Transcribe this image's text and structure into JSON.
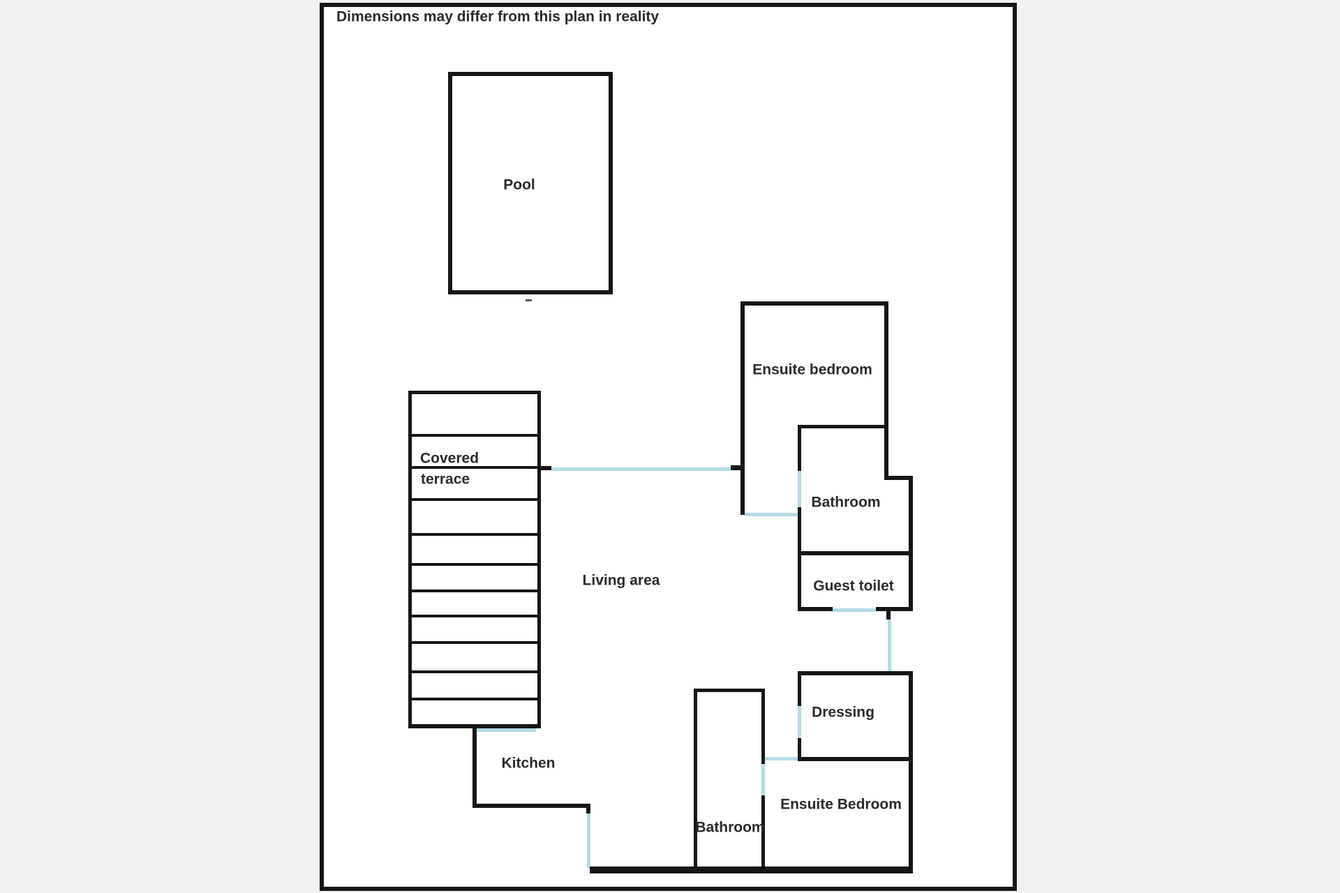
{
  "title": "Dimensions may differ from this plan in reality",
  "colors": {
    "page_bg": "#f1f1f1",
    "plan_bg": "#ffffff",
    "wall": "#161616",
    "door": "#b5dbe7",
    "text": "#2b2b2b"
  },
  "rooms": {
    "pool": "Pool",
    "covered_terrace_line1": "Covered",
    "covered_terrace_line2": "terrace",
    "living_area": "Living area",
    "kitchen": "Kitchen",
    "ensuite_bedroom_top": "Ensuite bedroom",
    "bathroom_top": "Bathroom",
    "guest_toilet": "Guest toilet",
    "dressing": "Dressing",
    "ensuite_bedroom_bottom": "Ensuite Bedroom",
    "bathroom_bottom": "Bathroom"
  }
}
